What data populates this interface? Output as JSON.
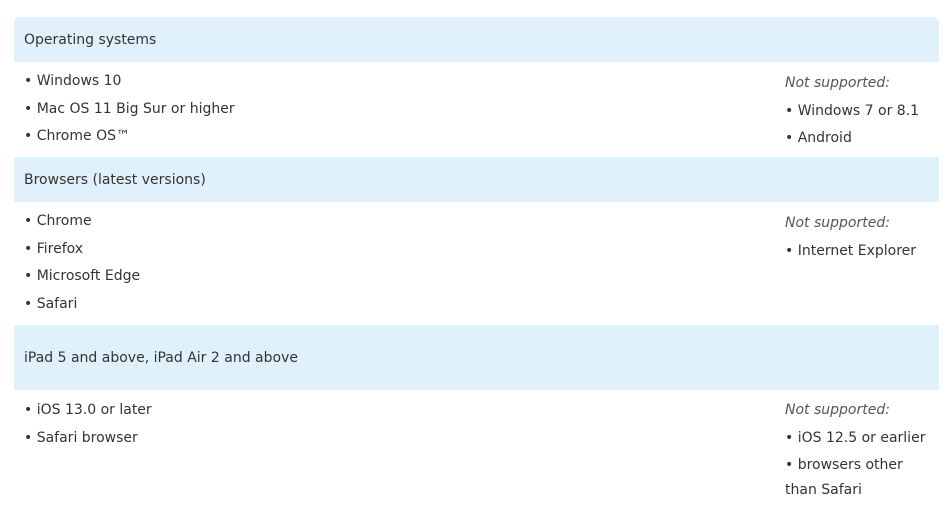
{
  "sections": [
    {
      "title": "Operating systems",
      "supported": [
        "• Windows 10",
        "• Mac OS 11 Big Sur or higher",
        "• Chrome OS™"
      ],
      "not_supported_label": "Not supported:",
      "not_supported": [
        "• Windows 7 or 8.1",
        "• Android"
      ]
    },
    {
      "title": "Browsers (latest versions)",
      "supported": [
        "• Chrome",
        "• Firefox",
        "• Microsoft Edge",
        "• Safari"
      ],
      "not_supported_label": "Not supported:",
      "not_supported": [
        "• Internet Explorer"
      ]
    },
    {
      "title": "iPad 5 and above, iPad Air 2 and above",
      "supported": [
        "• iOS 13.0 or later",
        "• Safari browser"
      ],
      "not_supported_label": "Not supported:",
      "not_supported": [
        "• iOS 12.5 or earlier",
        "• browsers other than Safari"
      ]
    }
  ]
}
